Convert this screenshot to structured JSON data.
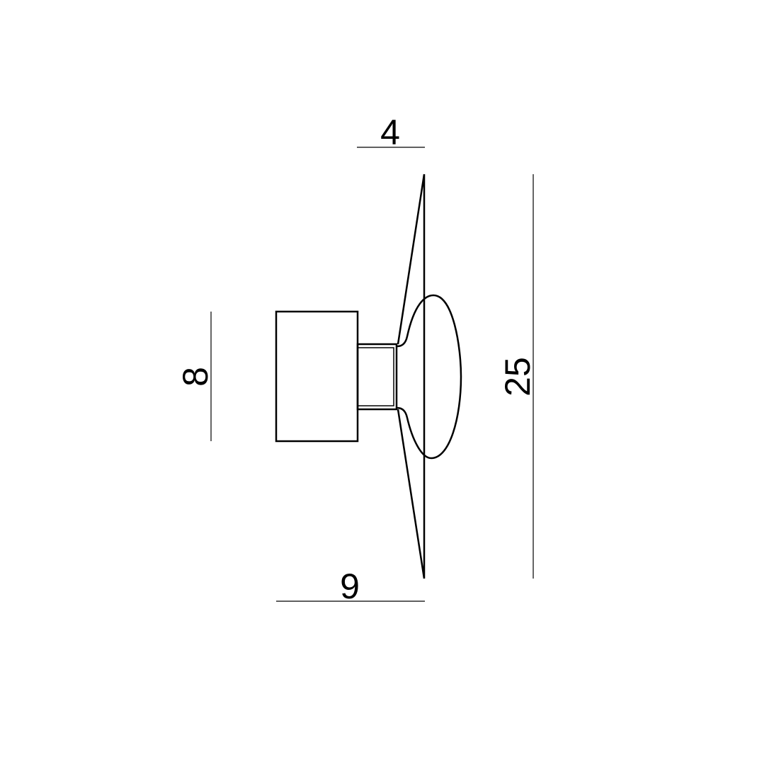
{
  "dimensions": {
    "top_width": "4",
    "bottom_width": "9",
    "left_height": "8",
    "right_height": "25"
  },
  "colors": {
    "line": "#000000",
    "background": "#ffffff"
  }
}
